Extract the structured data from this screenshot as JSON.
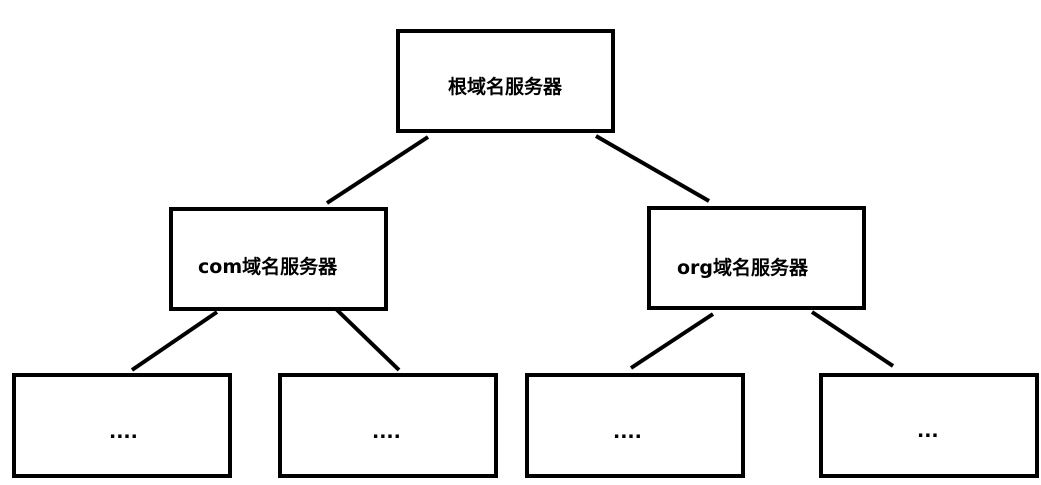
{
  "diagram": {
    "root": {
      "label": "根域名服务器"
    },
    "level2": [
      {
        "label": "com域名服务器"
      },
      {
        "label": "org域名服务器"
      }
    ],
    "level3": [
      {
        "label": "...."
      },
      {
        "label": "...."
      },
      {
        "label": "...."
      },
      {
        "label": "..."
      }
    ]
  },
  "colors": {
    "stroke": "#000000",
    "background": "#ffffff"
  }
}
